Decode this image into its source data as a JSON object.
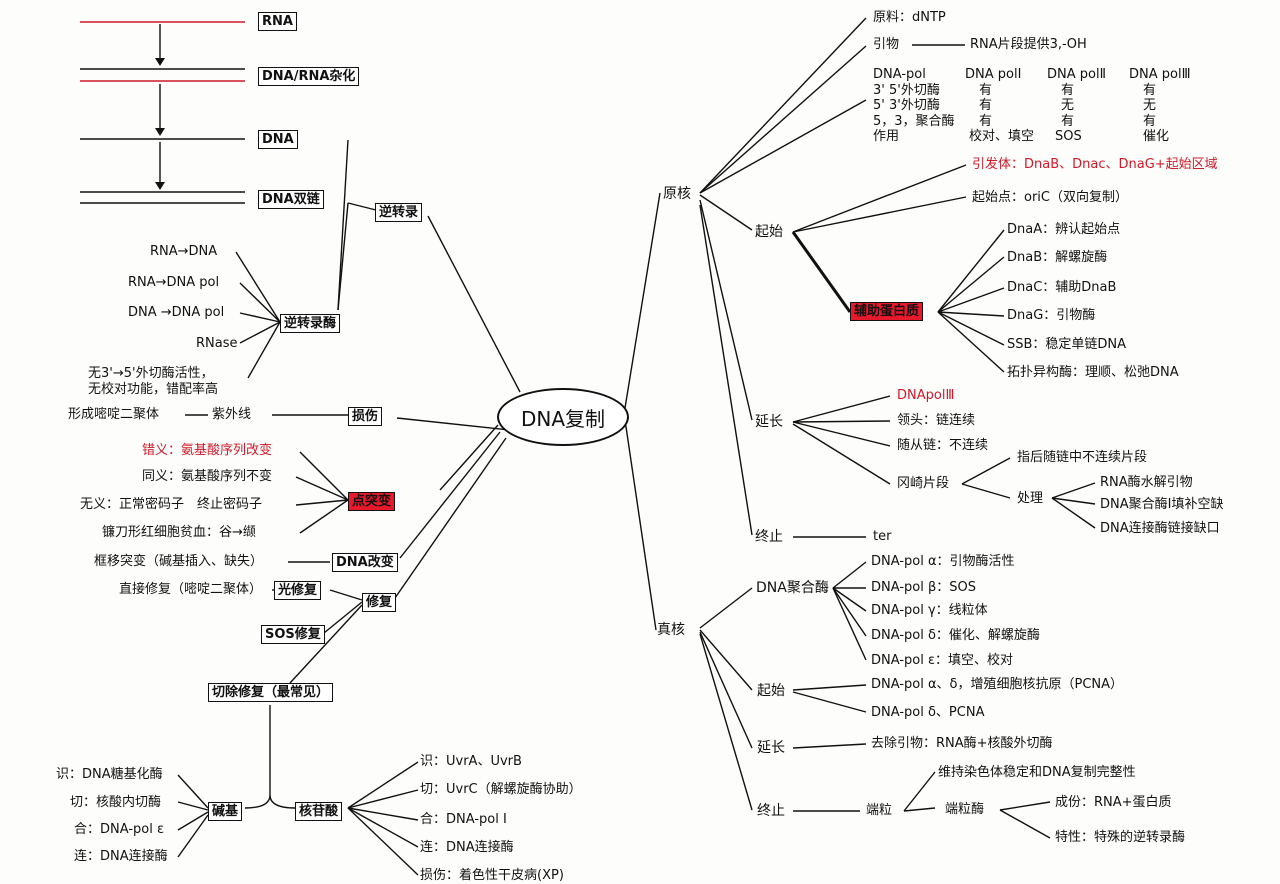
{
  "center": "DNA复制",
  "retro_diagram": {
    "labels": [
      "RNA",
      "DNA/RNA杂化",
      "DNA",
      "DNA双链"
    ]
  },
  "retro": {
    "title": "逆转录",
    "enzyme": "逆转录酶",
    "items": [
      "RNA→DNA",
      "RNA→DNA pol",
      "DNA →DNA pol",
      "RNase",
      "无3'→5'外切酶活性，",
      "无校对功能，错配率高"
    ]
  },
  "damage": {
    "title": "损伤",
    "uv": "紫外线",
    "uv_result": "形成嘧啶二聚体",
    "point": "点突变",
    "point_items": [
      "错义：氨基酸序列改变",
      "同义：氨基酸序列不变",
      "无义：正常密码子　终止密码子",
      "镰刀形红细胞贫血：谷→缬"
    ],
    "dna_change": "DNA改变",
    "frameshift": "框移突变（碱基插入、缺失）"
  },
  "repair": {
    "title": "修复",
    "photo": "光修复",
    "photo_desc": "直接修复（嘧啶二聚体）",
    "sos": "SOS修复",
    "excision": "切除修复（最常见）",
    "base": "碱基",
    "base_items": [
      "识：DNA糖基化酶",
      "切：核酸内切酶",
      "合：DNA-pol ε",
      "连：DNA连接酶"
    ],
    "nucleotide": "核苷酸",
    "nucleotide_items": [
      "识：UvrA、UvrB",
      "切：UvrC（解螺旋酶协助）",
      "合：DNA-pol Ⅰ",
      "连：DNA连接酶",
      "损伤：着色性干皮病(XP)"
    ]
  },
  "prokaryote": {
    "title": "原核",
    "material": "原料：dNTP",
    "primer": "引物",
    "primer_desc": "RNA片段提供3,-OH",
    "pol_table": {
      "rows": [
        [
          "DNA-pol",
          "DNA polⅠ",
          "DNA polⅡ",
          "DNA polⅢ"
        ],
        [
          "3' 5'外切酶",
          "有",
          "有",
          "有"
        ],
        [
          "5' 3'外切酶",
          "有",
          "无",
          "无"
        ],
        [
          "5，3，聚合酶",
          "有",
          "有",
          "有"
        ],
        [
          "作用",
          "校对、填空",
          "SOS",
          "催化"
        ]
      ]
    },
    "init": {
      "title": "起始",
      "primosome": "引发体：DnaB、Dnac、DnaG+起始区域",
      "origin": "起始点：oriC（双向复制）",
      "aux": "辅助蛋白质",
      "aux_items": [
        "DnaA：辨认起始点",
        "DnaB：解螺旋酶",
        "DnaC：辅助DnaB",
        "DnaG：引物酶",
        "SSB：稳定单链DNA",
        "拓扑异构酶：理顺、松弛DNA"
      ]
    },
    "elong": {
      "title": "延长",
      "items": [
        "DNApolⅢ",
        "领头：链连续",
        "随从链：不连续"
      ],
      "okazaki": "冈崎片段",
      "okazaki_desc": "指后随链中不连续片段",
      "process": "处理",
      "process_items": [
        "RNA酶水解引物",
        "DNA聚合酶Ⅰ填补空缺",
        "DNA连接酶链接缺口"
      ]
    },
    "term": {
      "title": "终止",
      "item": "ter"
    }
  },
  "eukaryote": {
    "title": "真核",
    "pol": {
      "title": "DNA聚合酶",
      "items": [
        "DNA-pol α：引物酶活性",
        "DNA-pol β：SOS",
        "DNA-pol γ：线粒体",
        "DNA-pol δ：催化、解螺旋酶",
        "DNA-pol ε：填空、校对"
      ]
    },
    "init": {
      "title": "起始",
      "items": [
        "DNA-pol α、δ，增殖细胞核抗原（PCNA）",
        "DNA-pol δ、PCNA"
      ]
    },
    "elong": {
      "title": "延长",
      "item": "去除引物：RNA酶+核酸外切酶"
    },
    "term": {
      "title": "终止",
      "telomere": "端粒",
      "telomere_desc": "维持染色体稳定和DNA复制完整性",
      "telomerase": "端粒酶",
      "telomerase_items": [
        "成份：RNA+蛋白质",
        "特性：特殊的逆转录酶"
      ]
    }
  },
  "colors": {
    "line": "#111111",
    "accent_red": "#d0192a",
    "box_red": "#e8192c"
  }
}
